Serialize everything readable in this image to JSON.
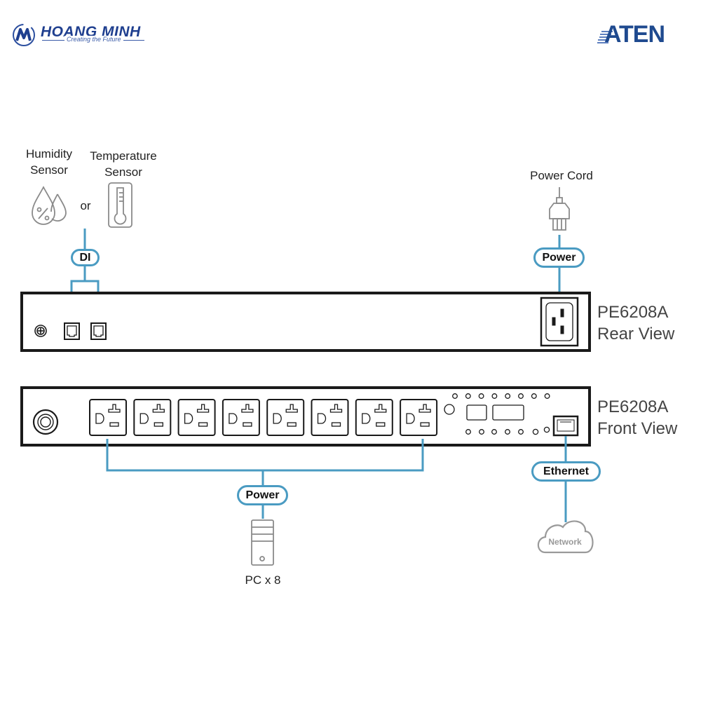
{
  "header": {
    "left_logo": {
      "name": "HOANG MINH",
      "tagline": "Creating the Future"
    },
    "right_logo": {
      "name": "ATEN"
    }
  },
  "colors": {
    "connector_line": "#4a9bc2",
    "device_outline": "#1a1a1a",
    "icon_gray": "#8a8a8a",
    "brand_blue": "#1f3f8f"
  },
  "sensors": {
    "humidity_label": "Humidity Sensor",
    "humidity_line1": "Humidity",
    "humidity_line2": "Sensor",
    "temperature_line1": "Temperature",
    "temperature_line2": "Sensor",
    "or_text": "or",
    "connector_label": "DI"
  },
  "power_cord": {
    "label": "Power Cord",
    "connector_label": "Power"
  },
  "rear_view": {
    "model": "PE6208A",
    "view": "Rear View",
    "sensor_ports": 2,
    "power_inlets": 1
  },
  "front_view": {
    "model": "PE6208A",
    "view": "Front View",
    "outlets": 8,
    "top_leds": 8,
    "bottom_leds": 7,
    "ethernet_ports": 1
  },
  "pc": {
    "connector_label": "Power",
    "label": "PC x 8"
  },
  "network": {
    "connector_label": "Ethernet",
    "cloud_label": "Network"
  }
}
